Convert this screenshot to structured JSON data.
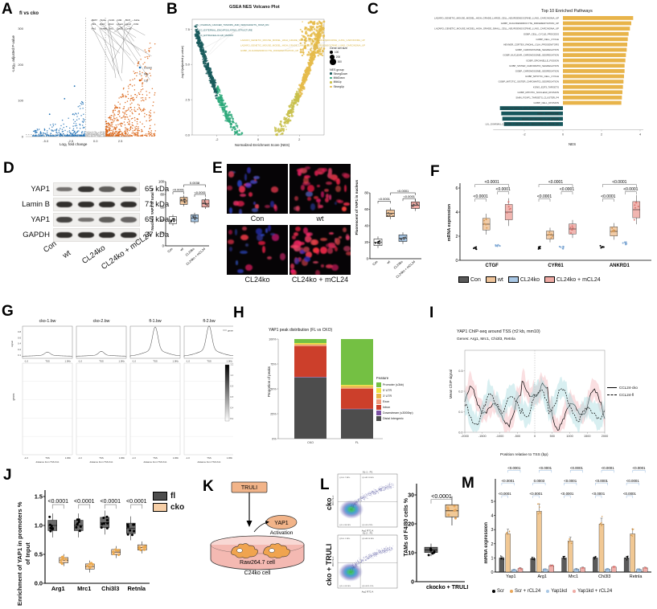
{
  "figure": {
    "panels": [
      "A",
      "B",
      "C",
      "D",
      "E",
      "F",
      "G",
      "H",
      "I",
      "J",
      "K",
      "L",
      "M"
    ]
  },
  "panelA": {
    "letter": "A",
    "title": "fl vs cko",
    "xlabel": "Log₂ fold change",
    "ylabel": "-Log₁₀ adjusted P-value",
    "xticks": [
      "-5.0",
      "-2.5",
      "0.0",
      "2.5"
    ],
    "yticks": [
      "0",
      "100",
      "200",
      "300"
    ],
    "legend_title": "",
    "legend": [
      "Down",
      "NS",
      "Up"
    ],
    "colors": {
      "down": "#2171b5",
      "ns": "#bdbdbd",
      "up": "#d95f0e"
    },
    "gene_labels": [
      "Mki67",
      "Top2a",
      "Ccnb1",
      "Cdk1",
      "Birc5",
      "Aurka",
      "Plk1",
      "Bub1",
      "Rrm2",
      "Ube2c",
      "Cenpf",
      "Kif11",
      "Prc1",
      "Nusap1",
      "Tpx2",
      "Spc25",
      "Ccna2"
    ]
  },
  "panelB": {
    "letter": "B",
    "title": "GSEA NES Volcano Plot",
    "xlabel": "Normalized Enrichment Score (NES)",
    "ylabel": "-log10(adjusted p-value)",
    "xticks": [
      "-2",
      "0",
      "2"
    ],
    "yticks": [
      "0.0",
      "2.5",
      "5.0",
      "7.5"
    ],
    "legend_size_title": "Gene set size",
    "legend_sizes": [
      "100",
      "200",
      "300"
    ],
    "legend_group_title": "NES group",
    "legend_groups": [
      "StrongDown",
      "MildDown",
      "MildUp",
      "StrongUp"
    ],
    "group_colors": {
      "StrongDown": "#18595b",
      "MildDown": "#2aa879",
      "MildUp": "#c8c04a",
      "StrongUp": "#e5bb4a"
    },
    "annotations": [
      "LIU_OVARIAN_CANCER_TUMORS_AND_XENOGRAFTS_XDG5_DN",
      "GOCC_EXTERNAL_ENCAPSULATING_STRUCTURE",
      "GOCC_EXTRACELLULAR_MATRIX",
      "LAZARO_GENETIC_MOUSE_MODEL_HIGH_GRADE_SMALL_CELL_NEUROENDOCRINE_LUNG_CARCINOMA_UP",
      "LAZARO_GENETIC_MOUSE_MODEL_HIGH_GRADE_LARGE_CELL_NEUROENDOCRINE_LUNG_CARCINOMA_UP",
      "GOBP_OLIGODENDROCYTE_DIFFERENTIATION_UP"
    ]
  },
  "panelC": {
    "letter": "C",
    "title": "Top 10 Enriched Pathways",
    "xlabel": "NES",
    "xticks": [
      "-2",
      "0",
      "2",
      "4"
    ],
    "pathways": [
      {
        "name": "LAZARO_GENETIC_MOUSE_MODEL_HIGH_GRADE_LARGE_CELL_NEUROENDOCRINE_LUNG_CARCINOMA_UP",
        "nes": 2.62,
        "dir": "up"
      },
      {
        "name": "GOBP_OLIGODENDROCYTE_DIFFERENTIATION_UP",
        "nes": 2.55,
        "dir": "up"
      },
      {
        "name": "LAZARO_GENETIC_MOUSE_MODEL_HIGH_GRADE_SMALL_CELL_NEUROENDOCRINE_LUNG_CARCINOMA_UP",
        "nes": 2.5,
        "dir": "up"
      },
      {
        "name": "GOBP_CELL_CYCLE_PROCESS",
        "nes": 2.45,
        "dir": "up"
      },
      {
        "name": "GOBP_CELL_CYCLE",
        "nes": 2.42,
        "dir": "up"
      },
      {
        "name": "HEVNER_CORTEX_RADIAL_GLIA_PROGENITORS",
        "nes": 2.4,
        "dir": "up"
      },
      {
        "name": "GOBP_CHROMOSOME_SEGREGATION",
        "nes": 2.38,
        "dir": "up"
      },
      {
        "name": "GOBP_NUCLEAR_CHROMOSOME_SEGREGATION",
        "nes": 2.35,
        "dir": "up"
      },
      {
        "name": "GOBP_ORGANELLE_FISSION",
        "nes": 2.33,
        "dir": "up"
      },
      {
        "name": "GOBP_SISTER_CHROMATID_SEGREGATION",
        "nes": 2.3,
        "dir": "up"
      },
      {
        "name": "GOBP_CHROMOSOME_SEGREGATION_2",
        "nes": 2.3,
        "dir": "up"
      },
      {
        "name": "GOBP_MITOTIC_CELL_CYCLE",
        "nes": 2.28,
        "dir": "up"
      },
      {
        "name": "GOBP_MITOTIC_SISTER_CHROMATID_SEGREGATION",
        "nes": 2.26,
        "dir": "up"
      },
      {
        "name": "KONG_E2F3_TARGETS",
        "nes": 2.24,
        "dir": "up"
      },
      {
        "name": "GOBP_MITOTIC_NUCLEAR_DIVISION",
        "nes": 2.22,
        "dir": "up"
      },
      {
        "name": "SMIN_FOXP1_TARGETS_CLUSTER_P4",
        "nes": 2.2,
        "dir": "up"
      },
      {
        "name": "GOBP_CELL_DIVISION",
        "nes": 2.18,
        "dir": "up"
      },
      {
        "name": "GOCC_EXTERNAL_ENCAPSULATING_STRUCTURE",
        "nes": -2.35,
        "dir": "down"
      },
      {
        "name": "NABA_MATRISOME",
        "nes": -2.3,
        "dir": "down"
      },
      {
        "name": "GOCC_EXTRACELLULAR_SPACE",
        "nes": -2.26,
        "dir": "down"
      },
      {
        "name": "LIU_OVARIAN_CANCER_TUMORS_AND_XENOGRAFTS_XDG5_DN",
        "nes": -2.2,
        "dir": "down"
      }
    ],
    "colors": {
      "up": "#e8b44a",
      "down": "#17565c"
    }
  },
  "panelD": {
    "letter": "D",
    "blots": [
      {
        "protein": "YAP1",
        "mw": "65 kDa"
      },
      {
        "protein": "Lamin B",
        "mw": "71 kDa"
      },
      {
        "protein": "YAP1",
        "mw": "65 kDa"
      },
      {
        "protein": "GAPDH",
        "mw": "37 kDa"
      }
    ],
    "lanes": [
      "Con",
      "wt",
      "CL24ko",
      "CL24ko + mCL24"
    ],
    "chart": {
      "ylabel": "Nucleus YAP1 of total %",
      "yticks": [
        "0",
        "20",
        "40",
        "60",
        "80",
        "100"
      ],
      "ymax": 100,
      "groups": [
        "Con",
        "wt",
        "CL24ko",
        "CL24ko + mCL24"
      ],
      "values": [
        40,
        70,
        43,
        66
      ],
      "colors": [
        "#000000",
        "#efc49a",
        "#a8c7e5",
        "#efaaa4"
      ],
      "pvalues": [
        "<0.0001",
        "<0.0001",
        "0.0038"
      ]
    }
  },
  "panelE": {
    "letter": "E",
    "images": [
      "Con",
      "wt",
      "CL24ko",
      "CL24ko + mCL24"
    ],
    "chart": {
      "ylabel": "Fluorescent of YAP1 in nucleus",
      "yticks": [
        "0",
        "20",
        "40",
        "60",
        "80"
      ],
      "ymax": 80,
      "groups": [
        "Con",
        "wt",
        "CL24ko",
        "CL24ko + mCL24"
      ],
      "values": [
        20,
        55,
        25,
        65
      ],
      "colors": [
        "#000000",
        "#efc49a",
        "#a8c7e5",
        "#efaaa4"
      ],
      "pvalues": [
        "<0.0001",
        "<0.0001",
        "<0.0001"
      ]
    }
  },
  "panelF": {
    "letter": "F",
    "ylabel": "mRNA expression",
    "yticks": [
      "0",
      "2",
      "4",
      "6"
    ],
    "ymax": 6,
    "genes": [
      "CTGF",
      "CYR61",
      "ANKRD1"
    ],
    "legend": [
      "Con",
      "wt",
      "CL24ko",
      "CL24ko + mCL24"
    ],
    "colors": [
      "#595959",
      "#efc49a",
      "#a8c7e5",
      "#efaaa4"
    ],
    "series": [
      {
        "name": "Con",
        "values": [
          1.0,
          1.05,
          1.1
        ]
      },
      {
        "name": "wt",
        "values": [
          3.0,
          2.1,
          2.4
        ]
      },
      {
        "name": "CL24ko",
        "values": [
          1.2,
          1.05,
          1.4
        ]
      },
      {
        "name": "CL24ko + mCL24",
        "values": [
          4.0,
          2.6,
          4.2
        ]
      }
    ],
    "pvalues": [
      "<0.0001",
      "<0.0001",
      "<0.0001"
    ]
  },
  "panelG": {
    "letter": "G",
    "tracks": [
      "cko-1.bw",
      "cko-2.bw",
      "fl-1.bw",
      "fl-2.bw"
    ],
    "ylabel": "genes",
    "xlabel": "distance from TSS (bp)",
    "xticks": [
      "-1.0",
      "TSS",
      "1.0Kb"
    ],
    "profile_yticks": [
      "0.1",
      "0.2",
      "0.4",
      "0.6",
      "0.8"
    ],
    "peaks": [
      0.12,
      0.14,
      0.85,
      0.88
    ],
    "legend": "genes",
    "colorbar_ticks": [
      "0.2",
      "0.4",
      "0.6",
      "0.8",
      "1.0",
      "1.2"
    ]
  },
  "panelH": {
    "letter": "H",
    "title": "YAP1 peak distribution (FL vs CKO)",
    "ylabel": "Proportion of peaks",
    "yticks": [
      "0%",
      "25%",
      "50%",
      "75%",
      "100%"
    ],
    "categories": [
      "CKO",
      "FL"
    ],
    "legend_title": "Feature",
    "features": [
      "Promoter (≤3kb)",
      "5' UTR",
      "3' UTR",
      "Exon",
      "Intron",
      "Downstream (≤3000bp)",
      "Distal Intergenic"
    ],
    "feature_colors": [
      "#74c043",
      "#f0e442",
      "#e8b44a",
      "#ef9a7c",
      "#cc3f2b",
      "#7b4fa3",
      "#4d4d4d"
    ],
    "series": [
      {
        "name": "CKO",
        "values": [
          4,
          1,
          1,
          1,
          31,
          0.5,
          61.5
        ]
      },
      {
        "name": "FL",
        "values": [
          46,
          1,
          2,
          1,
          20,
          0.5,
          29.5
        ]
      }
    ]
  },
  "panelI": {
    "letter": "I",
    "title": "YAP1 ChIP-seq around TSS (±2 kb, mm10)",
    "subtitle": "Genes: Arg1, Mrc1, Chi3l3, Retnla",
    "xlabel": "Position relative to TSS (bp)",
    "ylabel": "Mean ChIP signal",
    "xticks": [
      "-2000",
      "-1500",
      "-1000",
      "-500",
      "0",
      "500",
      "1000",
      "1500",
      "2000"
    ],
    "yticks": [
      "0.0",
      "0.1",
      "0.2",
      "0.3"
    ],
    "legend": [
      "CCL24-cko",
      "CCL24-fl"
    ],
    "legend_colors": [
      "#000000",
      "#000000"
    ],
    "band_colors": [
      "#f4b8bd",
      "#a9dbe0"
    ]
  },
  "panelJ": {
    "letter": "J",
    "ylabel": "Enrichment of YAP1 in promoters % of Input",
    "yticks": [
      "0.0",
      "0.5",
      "1.0",
      "1.5"
    ],
    "ymax": 1.5,
    "genes": [
      "Arg1",
      "Mrc1",
      "Chi3l3",
      "Retnla"
    ],
    "legend": [
      "fl",
      "cko"
    ],
    "colors": [
      "#4d4d4d",
      "#f7cfa7"
    ],
    "series": [
      {
        "name": "fl",
        "values": [
          1.0,
          1.0,
          1.05,
          0.95
        ]
      },
      {
        "name": "cko",
        "values": [
          0.4,
          0.29,
          0.54,
          0.62
        ]
      }
    ],
    "pvalues": [
      "<0.0001",
      "<0.0001",
      "<0.0001",
      "<0.0001"
    ]
  },
  "panelK": {
    "letter": "K",
    "drug": "TRULI",
    "target": "YAP1",
    "action": "Activation",
    "cell_line": "Raw264.7 cell",
    "dish_label": "C24ko cell"
  },
  "panelL": {
    "letter": "L",
    "flow_rows": [
      "cko",
      "cko + TRULI"
    ],
    "flow_titles": [
      "SL-1 : P1",
      "SL-2 : P1"
    ],
    "flow_xlabel": "Arg1 FITC-A",
    "flow_ylabel": "Mrc1 PE-A",
    "quadrants_top": [
      "Q1-UL 7.38%",
      "Q1-UR 11.58%",
      "Q1-LL 80.26%",
      "Q1-LR 0.78%"
    ],
    "quadrants_bottom": [
      "Q2-UL 1.28%",
      "Q2-UR 24.39%",
      "Q2-LL 63.26%",
      "Q2-LR 11.13%"
    ],
    "chart": {
      "ylabel": "TAMs of F4/80 cells %",
      "yticks": [
        "0",
        "10",
        "20",
        "30"
      ],
      "ymax": 30,
      "groups": [
        "cko",
        "cko + TRULI"
      ],
      "values": [
        11,
        24.5
      ],
      "colors": [
        "#4d4d4d",
        "#f0c48c"
      ],
      "pvalue": "<0.0001"
    }
  },
  "panelM": {
    "letter": "M",
    "ylabel": "mRNA expression",
    "yticks": [
      "0",
      "1",
      "2",
      "3",
      "4",
      "5"
    ],
    "ymax": 5,
    "genes": [
      "Yap1",
      "Arg1",
      "Mrc1",
      "Chi3l3",
      "Retnla"
    ],
    "legend": [
      "Scr",
      "Scr + rCL24",
      "Yap1kd",
      "Yap1kd + rCL24"
    ],
    "colors": [
      "#4d4d4d",
      "#f0c48c",
      "#a8c7e5",
      "#efaaa4"
    ],
    "series": [
      {
        "name": "Scr",
        "values": [
          1.0,
          0.95,
          1.0,
          1.0,
          1.0
        ]
      },
      {
        "name": "Scr + rCL24",
        "values": [
          2.7,
          4.3,
          2.2,
          3.4,
          2.7
        ]
      },
      {
        "name": "Yap1kd",
        "values": [
          0.15,
          0.18,
          0.2,
          0.2,
          0.18
        ]
      },
      {
        "name": "Yap1kd + rCL24",
        "values": [
          0.25,
          0.45,
          0.3,
          0.35,
          0.3
        ]
      }
    ],
    "pvalues_row1": [
      "<0.0001",
      "<0.0001",
      "<0.0001",
      "<0.0001",
      "<0.0001"
    ],
    "pvalues_row2": [
      "<0.0001",
      "0.0003",
      "<0.0001",
      "<0.0001",
      "<0.0001"
    ],
    "pvalues_row3": [
      "<0.0001",
      "<0.0001",
      "<0.0001",
      "<0.0001",
      "<0.0001"
    ]
  }
}
